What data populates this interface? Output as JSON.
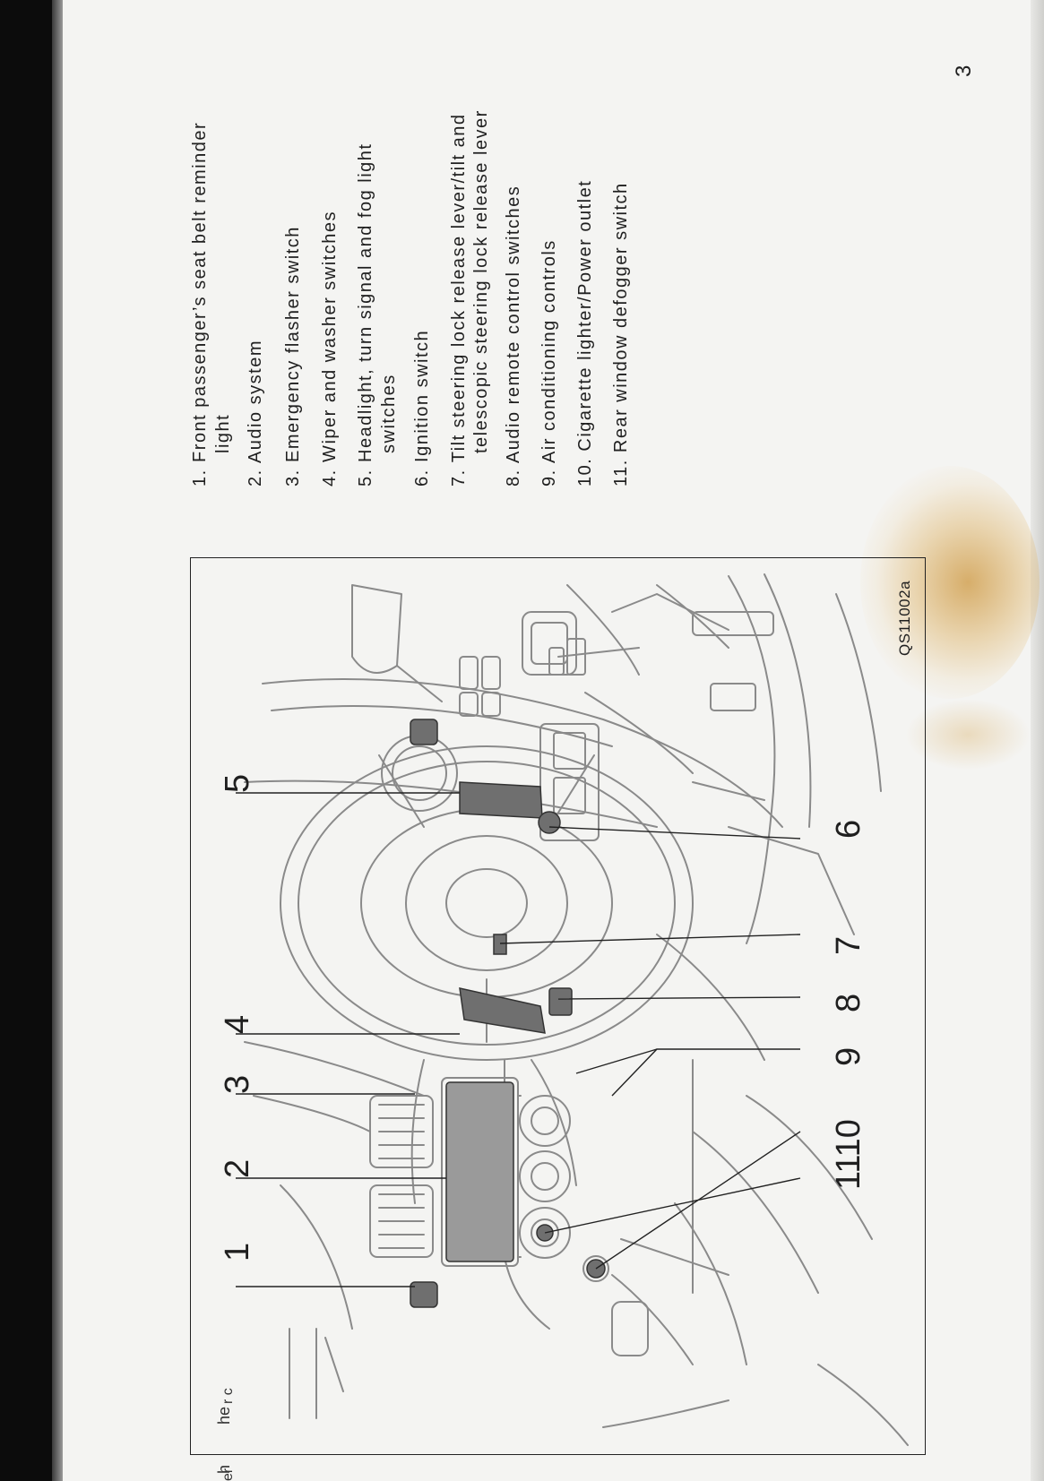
{
  "page_number": "3",
  "figure_code": "QS11002a",
  "items": [
    {
      "num": "1.",
      "label": "Front passenger’s seat belt reminder",
      "cont": "light"
    },
    {
      "num": "2.",
      "label": "Audio system"
    },
    {
      "num": "3.",
      "label": "Emergency flasher switch"
    },
    {
      "num": "4.",
      "label": "Wiper and washer switches"
    },
    {
      "num": "5.",
      "label": "Headlight, turn signal and fog light",
      "cont": "switches"
    },
    {
      "num": "6.",
      "label": "Ignition switch"
    },
    {
      "num": "7.",
      "label": "Tilt steering lock release lever/tilt and",
      "cont": "telescopic steering lock release lever"
    },
    {
      "num": "8.",
      "label": "Audio remote control switches"
    },
    {
      "num": "9.",
      "label": "Air conditioning controls"
    },
    {
      "num": "10.",
      "label": "Cigarette lighter/Power outlet"
    },
    {
      "num": "11.",
      "label": "Rear window defogger switch"
    }
  ],
  "callouts": [
    "1",
    "2",
    "3",
    "4",
    "5",
    "6",
    "7",
    "8",
    "9",
    "1110"
  ],
  "edge_fragments": [
    "h",
    "he",
    "r c",
    "er"
  ]
}
